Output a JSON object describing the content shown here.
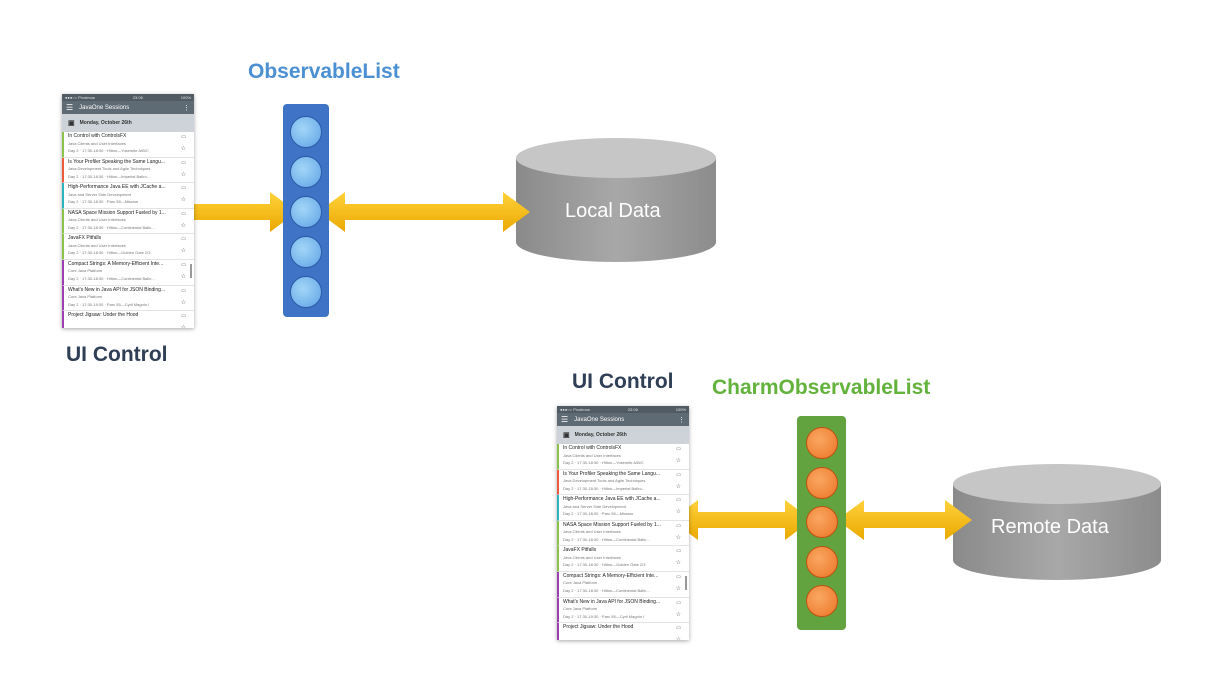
{
  "labels": {
    "observable_list": "ObservableList",
    "ui_control_top": "UI Control",
    "ui_control_bottom": "UI Control",
    "charm_observable_list": "CharmObservableList"
  },
  "data_stores": {
    "local": "Local Data",
    "remote": "Remote Data"
  },
  "phone": {
    "carrier": "●●●○○ Proximus",
    "time": "23:06",
    "battery": "100%",
    "app_title": "JavaOne Sessions",
    "day_header": "Monday, October 26th",
    "sessions": [
      {
        "title": "In Control with ControlsFX",
        "track": "Java Clients and User Interfaces",
        "details": "Day 2 · 17:30-18:30 · Hilton—Yosemite A/B/C",
        "color": "#8bc34a"
      },
      {
        "title": "Is Your Profiler Speaking the Same Langu...",
        "track": "Java Development Tools and Agile Techniques",
        "details": "Day 2 · 17:30-18:30 · Hilton—Imperial Ballro...",
        "color": "#ef5a3c"
      },
      {
        "title": "High-Performance Java EE with JCache a...",
        "track": "Java and Server Side Development",
        "details": "Day 2 · 17:30-18:30 · Parc 55—Mission",
        "color": "#2bb3c0"
      },
      {
        "title": "NASA Space Mission Support Fueled by 1...",
        "track": "Java Clients and User Interfaces",
        "details": "Day 2 · 17:30-18:30 · Hilton—Continental Balln...",
        "color": "#8bc34a"
      },
      {
        "title": "JavaFX Pitfalls",
        "track": "Java Clients and User Interfaces",
        "details": "Day 2 · 17:30-18:30 · Hilton—Golden Gate 2/3",
        "color": "#8bc34a"
      },
      {
        "title": "Compact Strings: A Memory-Efficient Inte...",
        "track": "Core Java Platform",
        "details": "Day 2 · 17:30-18:30 · Hilton—Continental Balln...",
        "color": "#9c3fb0"
      },
      {
        "title": "What's New in Java API for JSON Binding...",
        "track": "Core Java Platform",
        "details": "Day 2 · 17:30-19:30 · Parc 55—Cyril Magnin I",
        "color": "#9c3fb0"
      },
      {
        "title": "Project Jigsaw: Under the Hood",
        "track": "",
        "details": "",
        "color": "#9c3fb0"
      }
    ]
  },
  "colors": {
    "observable_list_accent": "#4a90d2",
    "charm_accent": "#62b23c",
    "arrow": "#f5b800",
    "cylinder": "#9b9b9b"
  },
  "icons": {
    "menu": "hamburger-icon",
    "overflow": "kebab-icon",
    "calendar": "calendar-icon",
    "bookmark": "bookmark-icon",
    "favorite": "star-icon"
  }
}
